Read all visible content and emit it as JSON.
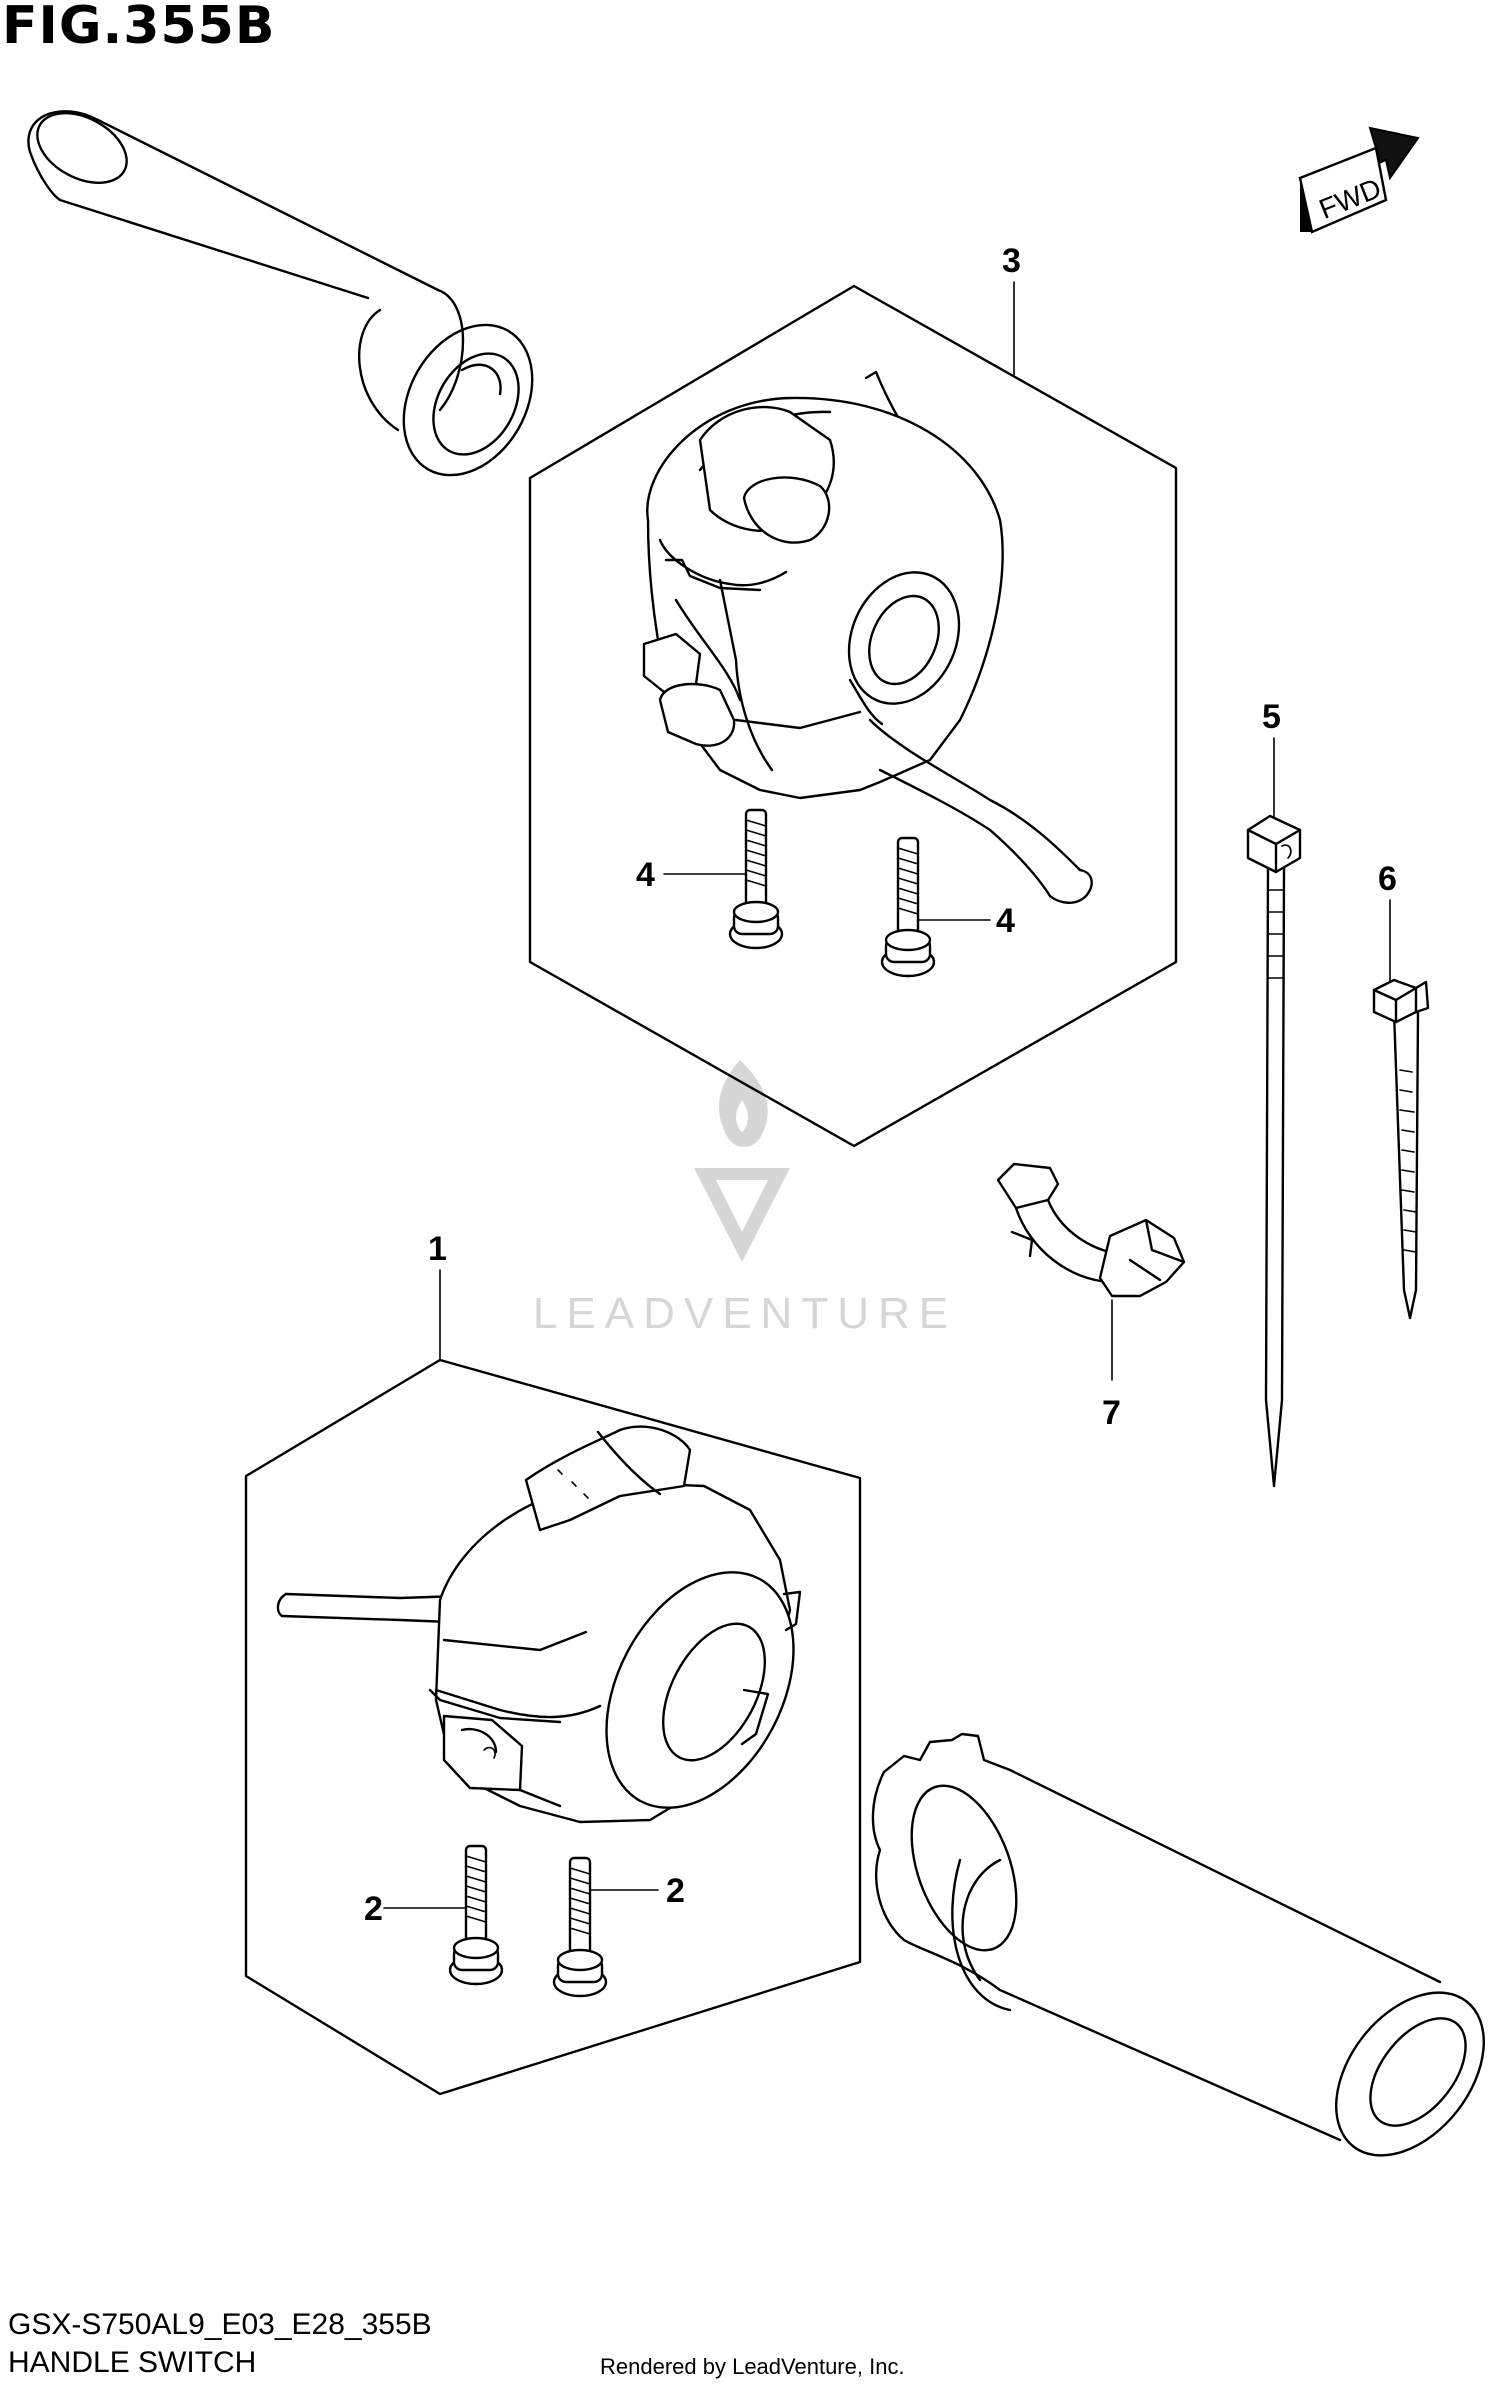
{
  "figure": {
    "title": "FIG.355B",
    "direction_label": "FWD"
  },
  "callouts": {
    "c1": "1",
    "c2a": "2",
    "c2b": "2",
    "c3": "3",
    "c4a": "4",
    "c4b": "4",
    "c5": "5",
    "c6": "6",
    "c7": "7"
  },
  "watermark": {
    "text": "LEADVENTURE"
  },
  "footer": {
    "code": "GSX-S750AL9_E03_E28_355B",
    "name": "HANDLE SWITCH",
    "credit": "Rendered by LeadVenture, Inc."
  }
}
